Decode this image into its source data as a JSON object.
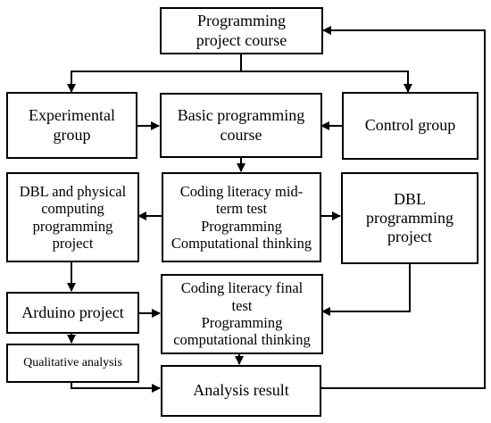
{
  "nodes": {
    "programming_project_course": {
      "label": "Programming project course"
    },
    "experimental_group": {
      "label": "Experimental group"
    },
    "basic_programming_course": {
      "label": "Basic programming course"
    },
    "control_group": {
      "label": "Control group"
    },
    "dbl_physical_computing_project": {
      "label": "DBL and physical computing programming project"
    },
    "midterm_test": {
      "line1": "Coding literacy mid-term test",
      "line2": "Programming",
      "line3": "Computational thinking"
    },
    "dbl_programming_project": {
      "label": "DBL programming project"
    },
    "arduino_project": {
      "label": "Arduino project"
    },
    "final_test": {
      "line1": "Coding literacy final test",
      "line2": "Programming computational thinking"
    },
    "qualitative_analysis": {
      "label": "Qualitative analysis"
    },
    "analysis_result": {
      "label": "Analysis result"
    }
  },
  "edges": [
    {
      "from": "programming_project_course",
      "to": "experimental_group"
    },
    {
      "from": "programming_project_course",
      "to": "control_group"
    },
    {
      "from": "experimental_group",
      "to": "basic_programming_course"
    },
    {
      "from": "control_group",
      "to": "basic_programming_course"
    },
    {
      "from": "basic_programming_course",
      "to": "midterm_test"
    },
    {
      "from": "midterm_test",
      "to": "dbl_physical_computing_project"
    },
    {
      "from": "midterm_test",
      "to": "dbl_programming_project"
    },
    {
      "from": "dbl_physical_computing_project",
      "to": "arduino_project"
    },
    {
      "from": "arduino_project",
      "to": "final_test"
    },
    {
      "from": "dbl_programming_project",
      "to": "final_test"
    },
    {
      "from": "arduino_project",
      "to": "qualitative_analysis"
    },
    {
      "from": "final_test",
      "to": "analysis_result"
    },
    {
      "from": "qualitative_analysis",
      "to": "analysis_result"
    },
    {
      "from": "analysis_result",
      "to": "programming_project_course"
    }
  ]
}
